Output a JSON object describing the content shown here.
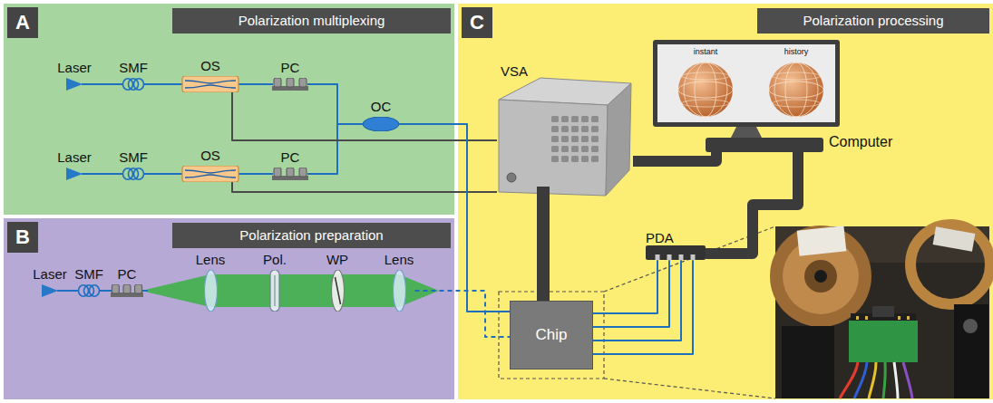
{
  "diagram": {
    "nodes": [
      {
        "text": [
          "A",
          "Polarization multiplexing"
        ]
      },
      {
        "text": [
          "Laser"
        ],
        "in": 0
      },
      {
        "text": [
          "SMF"
        ],
        "in": 0
      },
      {
        "text": [
          "OS"
        ],
        "in": 0
      },
      {
        "text": [
          "PC"
        ],
        "in": 0
      },
      {
        "text": [
          "Laser"
        ],
        "in": 0
      },
      {
        "text": [
          "SMF"
        ],
        "in": 0
      },
      {
        "text": [
          "OS"
        ],
        "in": 0
      },
      {
        "text": [
          "PC"
        ],
        "in": 0
      },
      {
        "text": [
          "OC"
        ],
        "in": 0
      },
      {
        "text": [
          "B",
          "Polarization preparation"
        ]
      },
      {
        "text": [
          "Laser"
        ],
        "in": 10
      },
      {
        "text": [
          "SMF"
        ],
        "in": 10
      },
      {
        "text": [
          "PC"
        ],
        "in": 10
      },
      {
        "text": [
          "Lens"
        ],
        "in": 10
      },
      {
        "text": [
          "Pol."
        ],
        "in": 10
      },
      {
        "text": [
          "WP"
        ],
        "in": 10
      },
      {
        "text": [
          "Lens"
        ],
        "in": 10
      },
      {
        "text": [
          "C",
          "Polarization processing"
        ]
      },
      {
        "text": [
          "VSA"
        ],
        "in": 18
      },
      {
        "text": [
          "instant",
          "history",
          "Computer"
        ],
        "in": 18
      },
      {
        "text": [
          "PDA"
        ],
        "in": 18
      },
      {
        "text": [
          "Chip"
        ],
        "in": 18
      }
    ],
    "edges": [
      {
        "from": 1,
        "to": 2,
        "arrow": "none"
      },
      {
        "from": 2,
        "to": 3,
        "arrow": "none"
      },
      {
        "from": 3,
        "to": 4,
        "arrow": "none"
      },
      {
        "from": 4,
        "to": 9,
        "arrow": "none"
      },
      {
        "from": 5,
        "to": 6,
        "arrow": "none"
      },
      {
        "from": 6,
        "to": 7,
        "arrow": "none"
      },
      {
        "from": 7,
        "to": 8,
        "arrow": "none"
      },
      {
        "from": 8,
        "to": 9,
        "arrow": "none"
      },
      {
        "from": 3,
        "to": 19,
        "arrow": "none"
      },
      {
        "from": 7,
        "to": 19,
        "arrow": "none"
      },
      {
        "from": 9,
        "to": 22,
        "arrow": "none"
      },
      {
        "from": 11,
        "to": 12,
        "arrow": "none"
      },
      {
        "from": 12,
        "to": 13,
        "arrow": "none"
      },
      {
        "from": 17,
        "to": 22,
        "arrow": "none"
      },
      {
        "from": 19,
        "to": 22,
        "arrow": "none"
      },
      {
        "from": 19,
        "to": 20,
        "arrow": "none"
      },
      {
        "from": 21,
        "to": 20,
        "arrow": "none"
      },
      {
        "from": 22,
        "to": 21,
        "arrow": "none"
      },
      {
        "from": 22,
        "to": 21,
        "arrow": "none"
      },
      {
        "from": 22,
        "to": 21,
        "arrow": "none"
      },
      {
        "from": 22,
        "to": 21,
        "arrow": "none"
      }
    ]
  }
}
